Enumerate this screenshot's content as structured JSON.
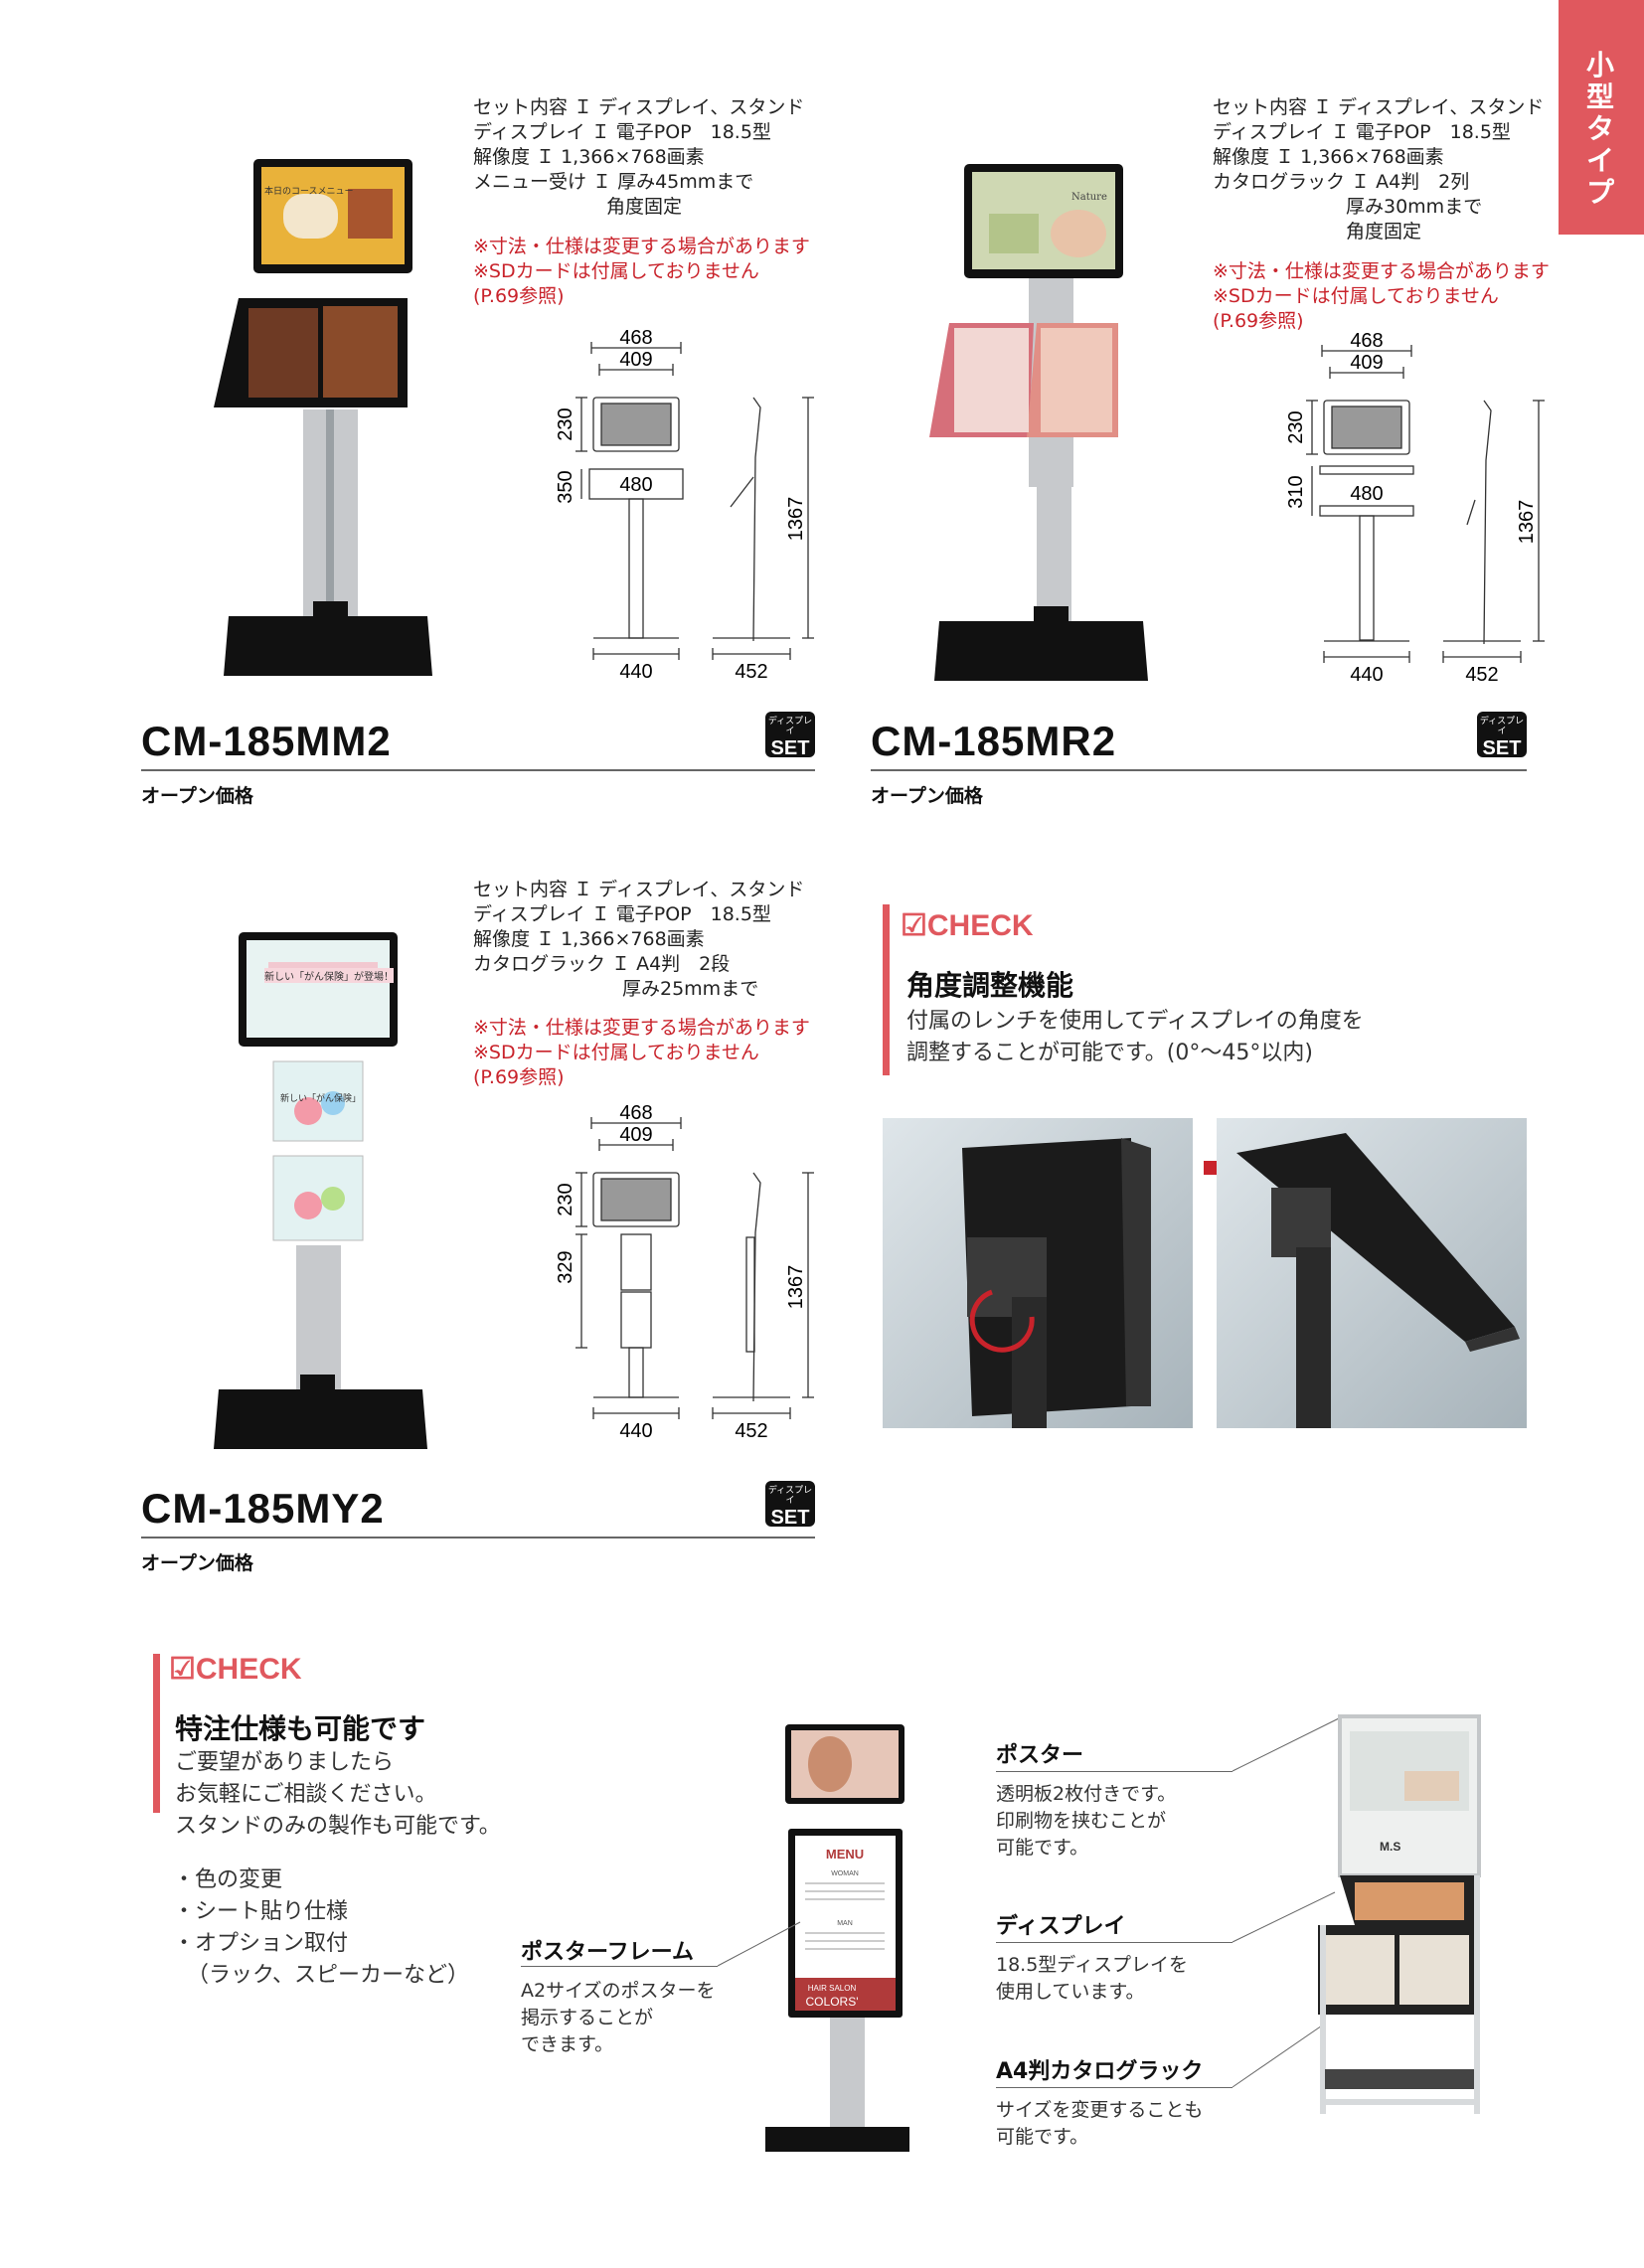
{
  "side_tab": {
    "label": "小型タイプ",
    "color": "#e0585e"
  },
  "products": [
    {
      "model": "CM-185MM2",
      "price": "オープン価格",
      "badge": {
        "small": "ディスプレイ",
        "big": "SET"
      },
      "specs": [
        "セット内容 Ｉ ディスプレイ、スタンド",
        "ディスプレイ Ｉ 電子POP　18.5型",
        "解像度 Ｉ 1,366×768画素",
        "メニュー受け Ｉ 厚み45mmまで"
      ],
      "specs_extra": [
        "角度固定"
      ],
      "notes": [
        "※寸法・仕様は変更する場合があります",
        "※SDカードは付属しておりません",
        "(P.69参照)"
      ],
      "dims": {
        "top_outer": "468",
        "top_inner": "409",
        "display_h": "230",
        "rack_h": "350",
        "rack_w": "480",
        "total_h": "1367",
        "base_front": "440",
        "base_side": "452"
      },
      "screen_texts": [
        "本日のコースメニュー"
      ]
    },
    {
      "model": "CM-185MR2",
      "price": "オープン価格",
      "badge": {
        "small": "ディスプレイ",
        "big": "SET"
      },
      "specs": [
        "セット内容 Ｉ ディスプレイ、スタンド",
        "ディスプレイ Ｉ 電子POP　18.5型",
        "解像度 Ｉ 1,366×768画素",
        "カタログラック Ｉ A4判　2列"
      ],
      "specs_extra": [
        "厚み30mmまで",
        "角度固定"
      ],
      "notes": [
        "※寸法・仕様は変更する場合があります",
        "※SDカードは付属しておりません",
        "(P.69参照)"
      ],
      "dims": {
        "top_outer": "468",
        "top_inner": "409",
        "display_h": "230",
        "rack_h": "310",
        "rack_w": "480",
        "total_h": "1367",
        "base_front": "440",
        "base_side": "452"
      },
      "screen_texts": [
        "Nature"
      ]
    },
    {
      "model": "CM-185MY2",
      "price": "オープン価格",
      "badge": {
        "small": "ディスプレイ",
        "big": "SET"
      },
      "specs": [
        "セット内容 Ｉ ディスプレイ、スタンド",
        "ディスプレイ Ｉ 電子POP　18.5型",
        "解像度 Ｉ 1,366×768画素",
        "カタログラック Ｉ A4判　2段"
      ],
      "specs_extra": [
        "厚み25mmまで"
      ],
      "notes": [
        "※寸法・仕様は変更する場合があります",
        "※SDカードは付属しておりません",
        "(P.69参照)"
      ],
      "dims": {
        "top_outer": "468",
        "top_inner": "409",
        "display_h": "230",
        "rack_h": "329",
        "total_h": "1367",
        "base_front": "440",
        "base_side": "452"
      },
      "screen_texts": [
        "新しい「がん保険」が登場！",
        "新しい「がん保険」"
      ]
    }
  ],
  "check1": {
    "label": "☑CHECK",
    "heading": "角度調整機能",
    "body": [
      "付属のレンチを使用してディスプレイの角度を",
      "調整することが可能です。(0°～45°以内)"
    ]
  },
  "check2": {
    "label": "☑CHECK",
    "heading": "特注仕様も可能です",
    "body": [
      "ご要望がありましたら",
      "お気軽にご相談ください。",
      "スタンドのみの製作も可能です。"
    ],
    "list": [
      "・色の変更",
      "・シート貼り仕様",
      "・オプション取付",
      "（ラック、スピーカーなど）"
    ]
  },
  "poster_frame": {
    "heading": "ポスターフレーム",
    "body": [
      "A2サイズのポスターを",
      "掲示することが",
      "できます。"
    ],
    "menu": {
      "title": "MENU",
      "woman": "WOMAN",
      "man": "MAN",
      "salon": "HAIR SALON",
      "name": "COLORS'"
    }
  },
  "right_callouts": [
    {
      "heading": "ポスター",
      "body": [
        "透明板2枚付きです。",
        "印刷物を挟むことが",
        "可能です。"
      ]
    },
    {
      "heading": "ディスプレイ",
      "body": [
        "18.5型ディスプレイを",
        "使用しています。"
      ]
    },
    {
      "heading": "A4判カタログラック",
      "body": [
        "サイズを変更することも",
        "可能です。"
      ]
    }
  ],
  "brand_logo": "M.S"
}
